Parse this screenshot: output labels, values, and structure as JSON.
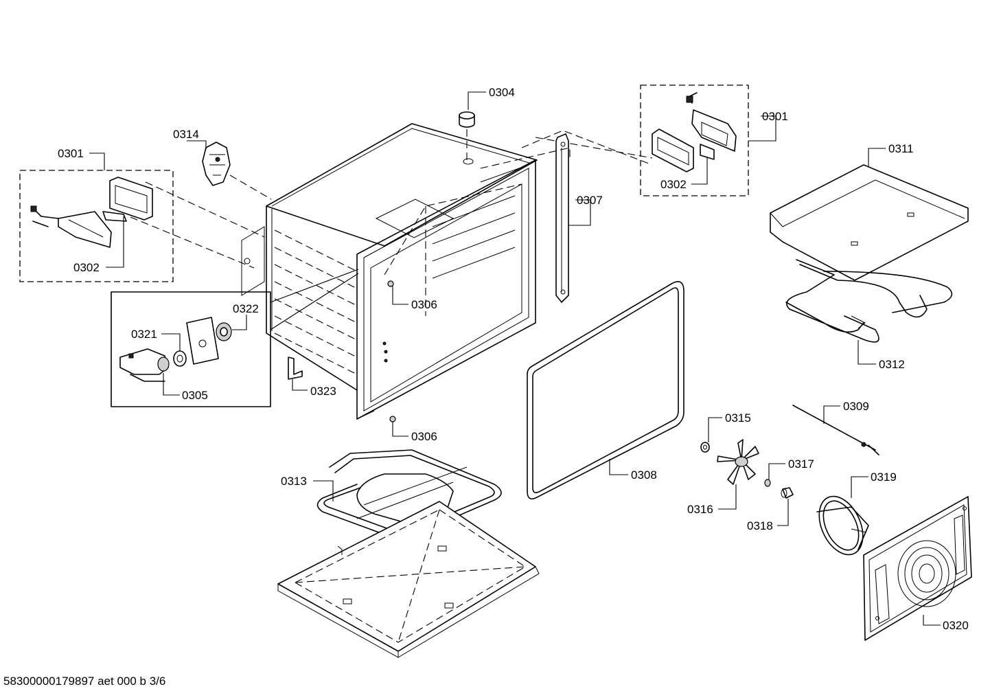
{
  "footer": {
    "doc_code": "58300000179897 aet 000 b 3/6"
  },
  "callouts": {
    "c0301_left": "0301",
    "c0302_left": "0302",
    "c0314": "0314",
    "c0304": "0304",
    "c0301_right": "0301",
    "c0302_right": "0302",
    "c0311": "0311",
    "c0307": "0307",
    "c0306_top": "0306",
    "c0322": "0322",
    "c0321": "0321",
    "c0305": "0305",
    "c0323": "0323",
    "c0306_bottom": "0306",
    "c0312": "0312",
    "c0309": "0309",
    "c0315": "0315",
    "c0317": "0317",
    "c0319": "0319",
    "c0308": "0308",
    "c0316": "0316",
    "c0318": "0318",
    "c0313": "0313",
    "c0320": "0320"
  }
}
